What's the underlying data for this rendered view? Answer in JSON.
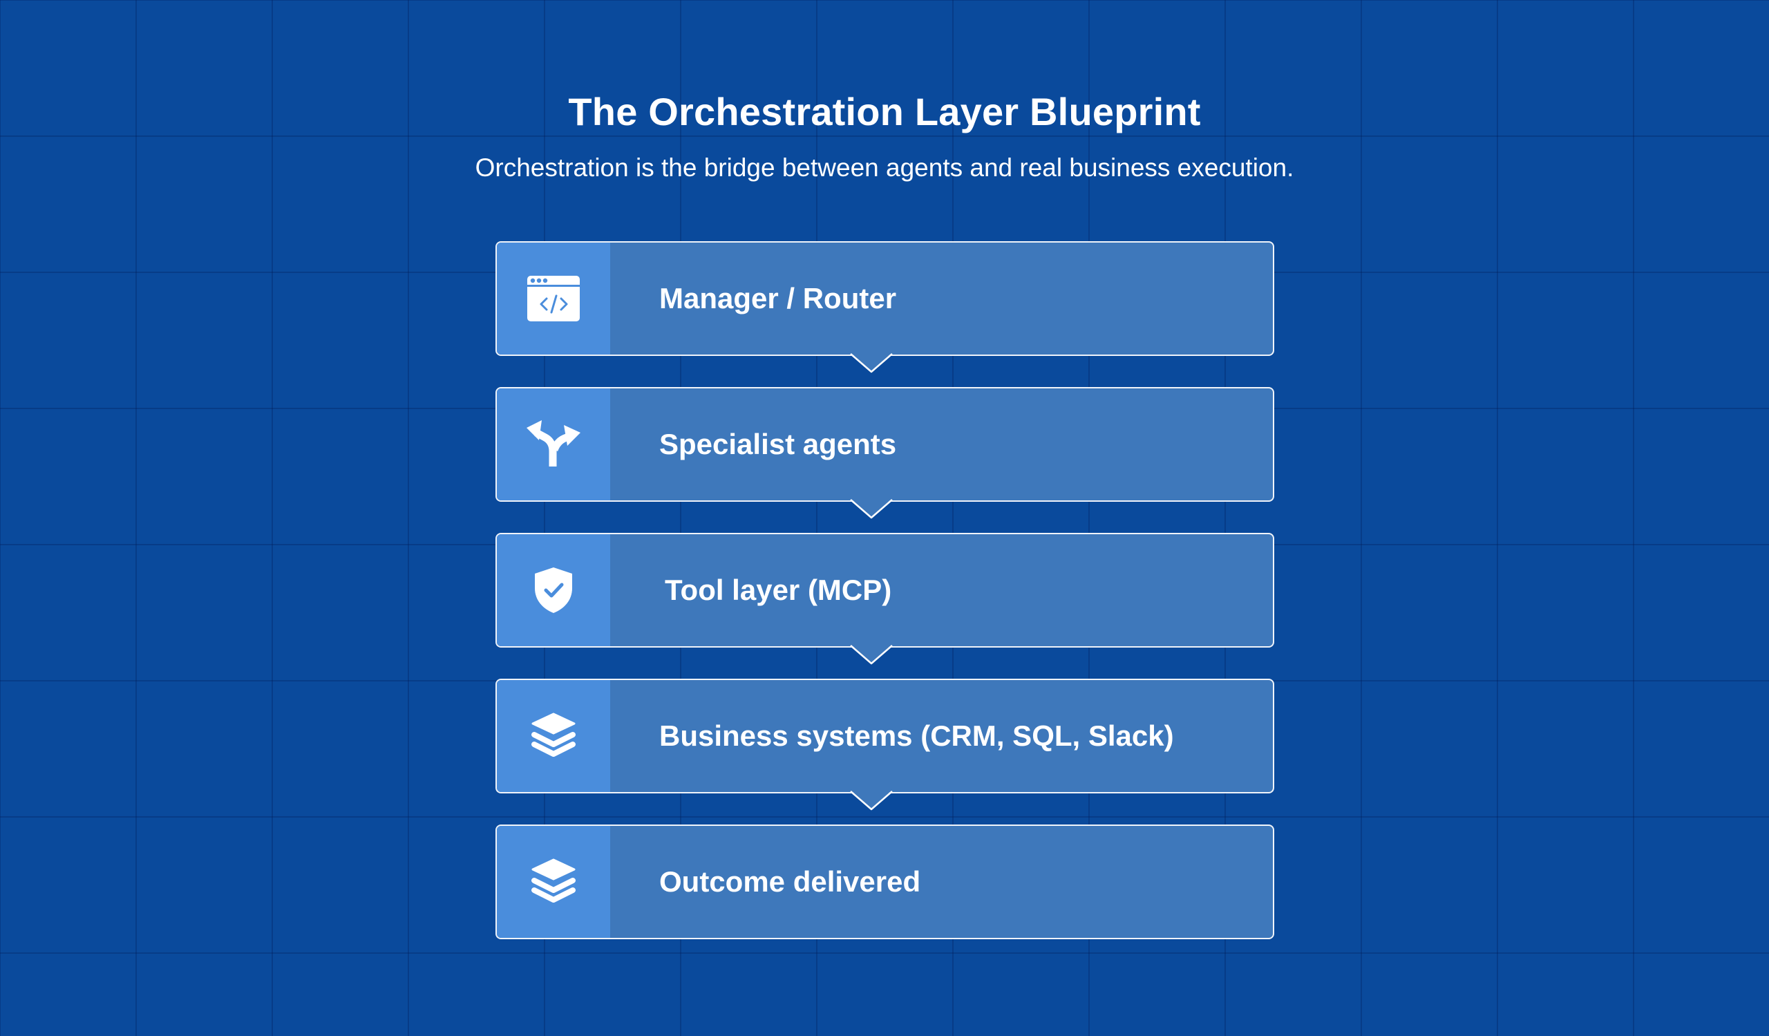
{
  "header": {
    "title": "The Orchestration Layer Blueprint",
    "subtitle": "Orchestration is the bridge between agents and real business execution."
  },
  "steps": [
    {
      "label": "Manager / Router",
      "icon": "browser-code-icon"
    },
    {
      "label": "Specialist agents",
      "icon": "split-arrows-icon"
    },
    {
      "label": "Tool layer (MCP)",
      "icon": "shield-check-icon"
    },
    {
      "label": "Business systems (CRM, SQL, Slack)",
      "icon": "layers-icon"
    },
    {
      "label": "Outcome delivered",
      "icon": "layers-icon"
    }
  ],
  "colors": {
    "background": "#0a4a9c",
    "step_fill": "#3e78bb",
    "icon_fill": "#4a8ddc",
    "text": "#ffffff"
  }
}
